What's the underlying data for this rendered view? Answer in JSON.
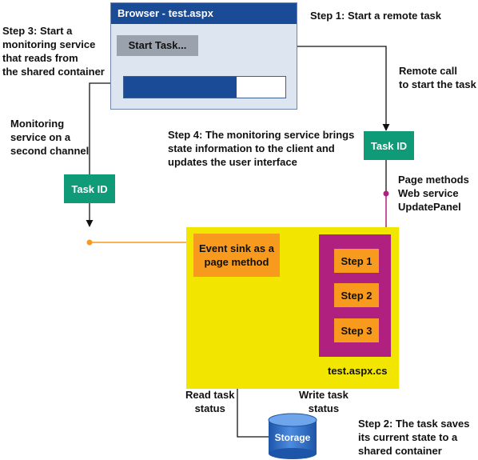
{
  "browser": {
    "title": "Browser - test.aspx",
    "start_button": "Start Task...",
    "progress": 0.7
  },
  "steps": {
    "step1": "Step 1: Start a remote task",
    "step2": "Step 2: The task saves\nits current state to a\nshared container",
    "step3": "Step 3: Start a\nmonitoring service\nthat reads from\nthe shared container",
    "step4": "Step 4: The monitoring service brings\nstate information to the client and\nupdates the user interface"
  },
  "labels": {
    "remote_call": "Remote call\nto start the task",
    "monitoring": "Monitoring\nservice on a\nsecond channel",
    "page_methods": "Page methods\nWeb service\nUpdatePanel",
    "read_status": "Read task\nstatus",
    "write_status": "Write task\nstatus",
    "file_name": "test.aspx.cs"
  },
  "task_id_left": "Task ID",
  "task_id_right": "Task ID",
  "event_sink": "Event sink as a\npage method",
  "task_steps": [
    "Step 1",
    "Step 2",
    "Step 3"
  ],
  "storage": "Storage",
  "colors": {
    "browser_title": "#1a4b96",
    "yellow": "#f2e600",
    "purple": "#b0217f",
    "orange": "#f79a1e",
    "green": "#0f9a78",
    "storage_blue": "#2e6ec2"
  }
}
